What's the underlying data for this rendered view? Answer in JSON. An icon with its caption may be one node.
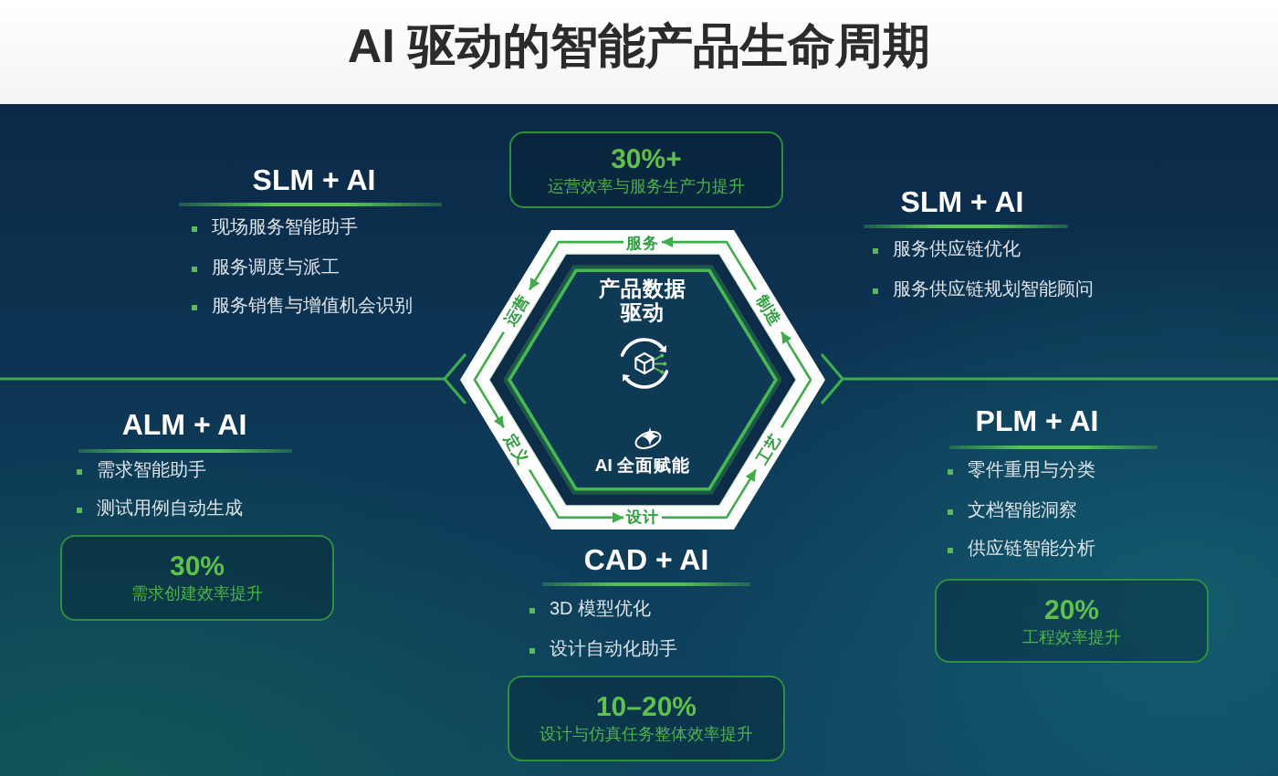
{
  "diagram": {
    "title": "AI 驱动的智能产品生命周期",
    "nodes": [
      {
        "text": [
          "30%+",
          "运营效率与服务生产力提升"
        ]
      },
      {
        "text": [
          "产品数据驱动",
          "AI 全面赋能"
        ]
      },
      {
        "text": [
          "服务"
        ],
        "in": 1
      },
      {
        "text": [
          "运营"
        ],
        "in": 1
      },
      {
        "text": [
          "制造"
        ],
        "in": 1
      },
      {
        "text": [
          "定义"
        ],
        "in": 1
      },
      {
        "text": [
          "工艺"
        ],
        "in": 1
      },
      {
        "text": [
          "设计"
        ],
        "in": 1
      },
      {
        "text": [
          "30%",
          "需求创建效率提升"
        ]
      },
      {
        "text": [
          "20%",
          "工程效率提升"
        ]
      },
      {
        "text": [
          "10–20%",
          "设计与仿真任务整体效率提升"
        ]
      }
    ],
    "edges": [
      {
        "from": 7,
        "to": 6,
        "arrow": "to"
      },
      {
        "from": 6,
        "to": 4,
        "arrow": "to"
      },
      {
        "from": 4,
        "to": 2,
        "arrow": "to"
      },
      {
        "from": 2,
        "to": 3,
        "arrow": "to"
      },
      {
        "from": 3,
        "to": 5,
        "arrow": "to"
      },
      {
        "from": 5,
        "to": 7,
        "arrow": "to"
      }
    ],
    "labels": [
      "SLM + AI",
      "现场服务智能助手",
      "服务调度与派工",
      "服务销售与增值机会识别",
      "SLM + AI",
      "服务供应链优化",
      "服务供应链规划智能顾问",
      "ALM + AI",
      "需求智能助手",
      "测试用例自动生成",
      "PLM + AI",
      "零件重用与分类",
      "文档智能洞察",
      "供应链智能分析",
      "CAD + AI",
      "3D 模型优化",
      "设计自动化助手"
    ]
  }
}
